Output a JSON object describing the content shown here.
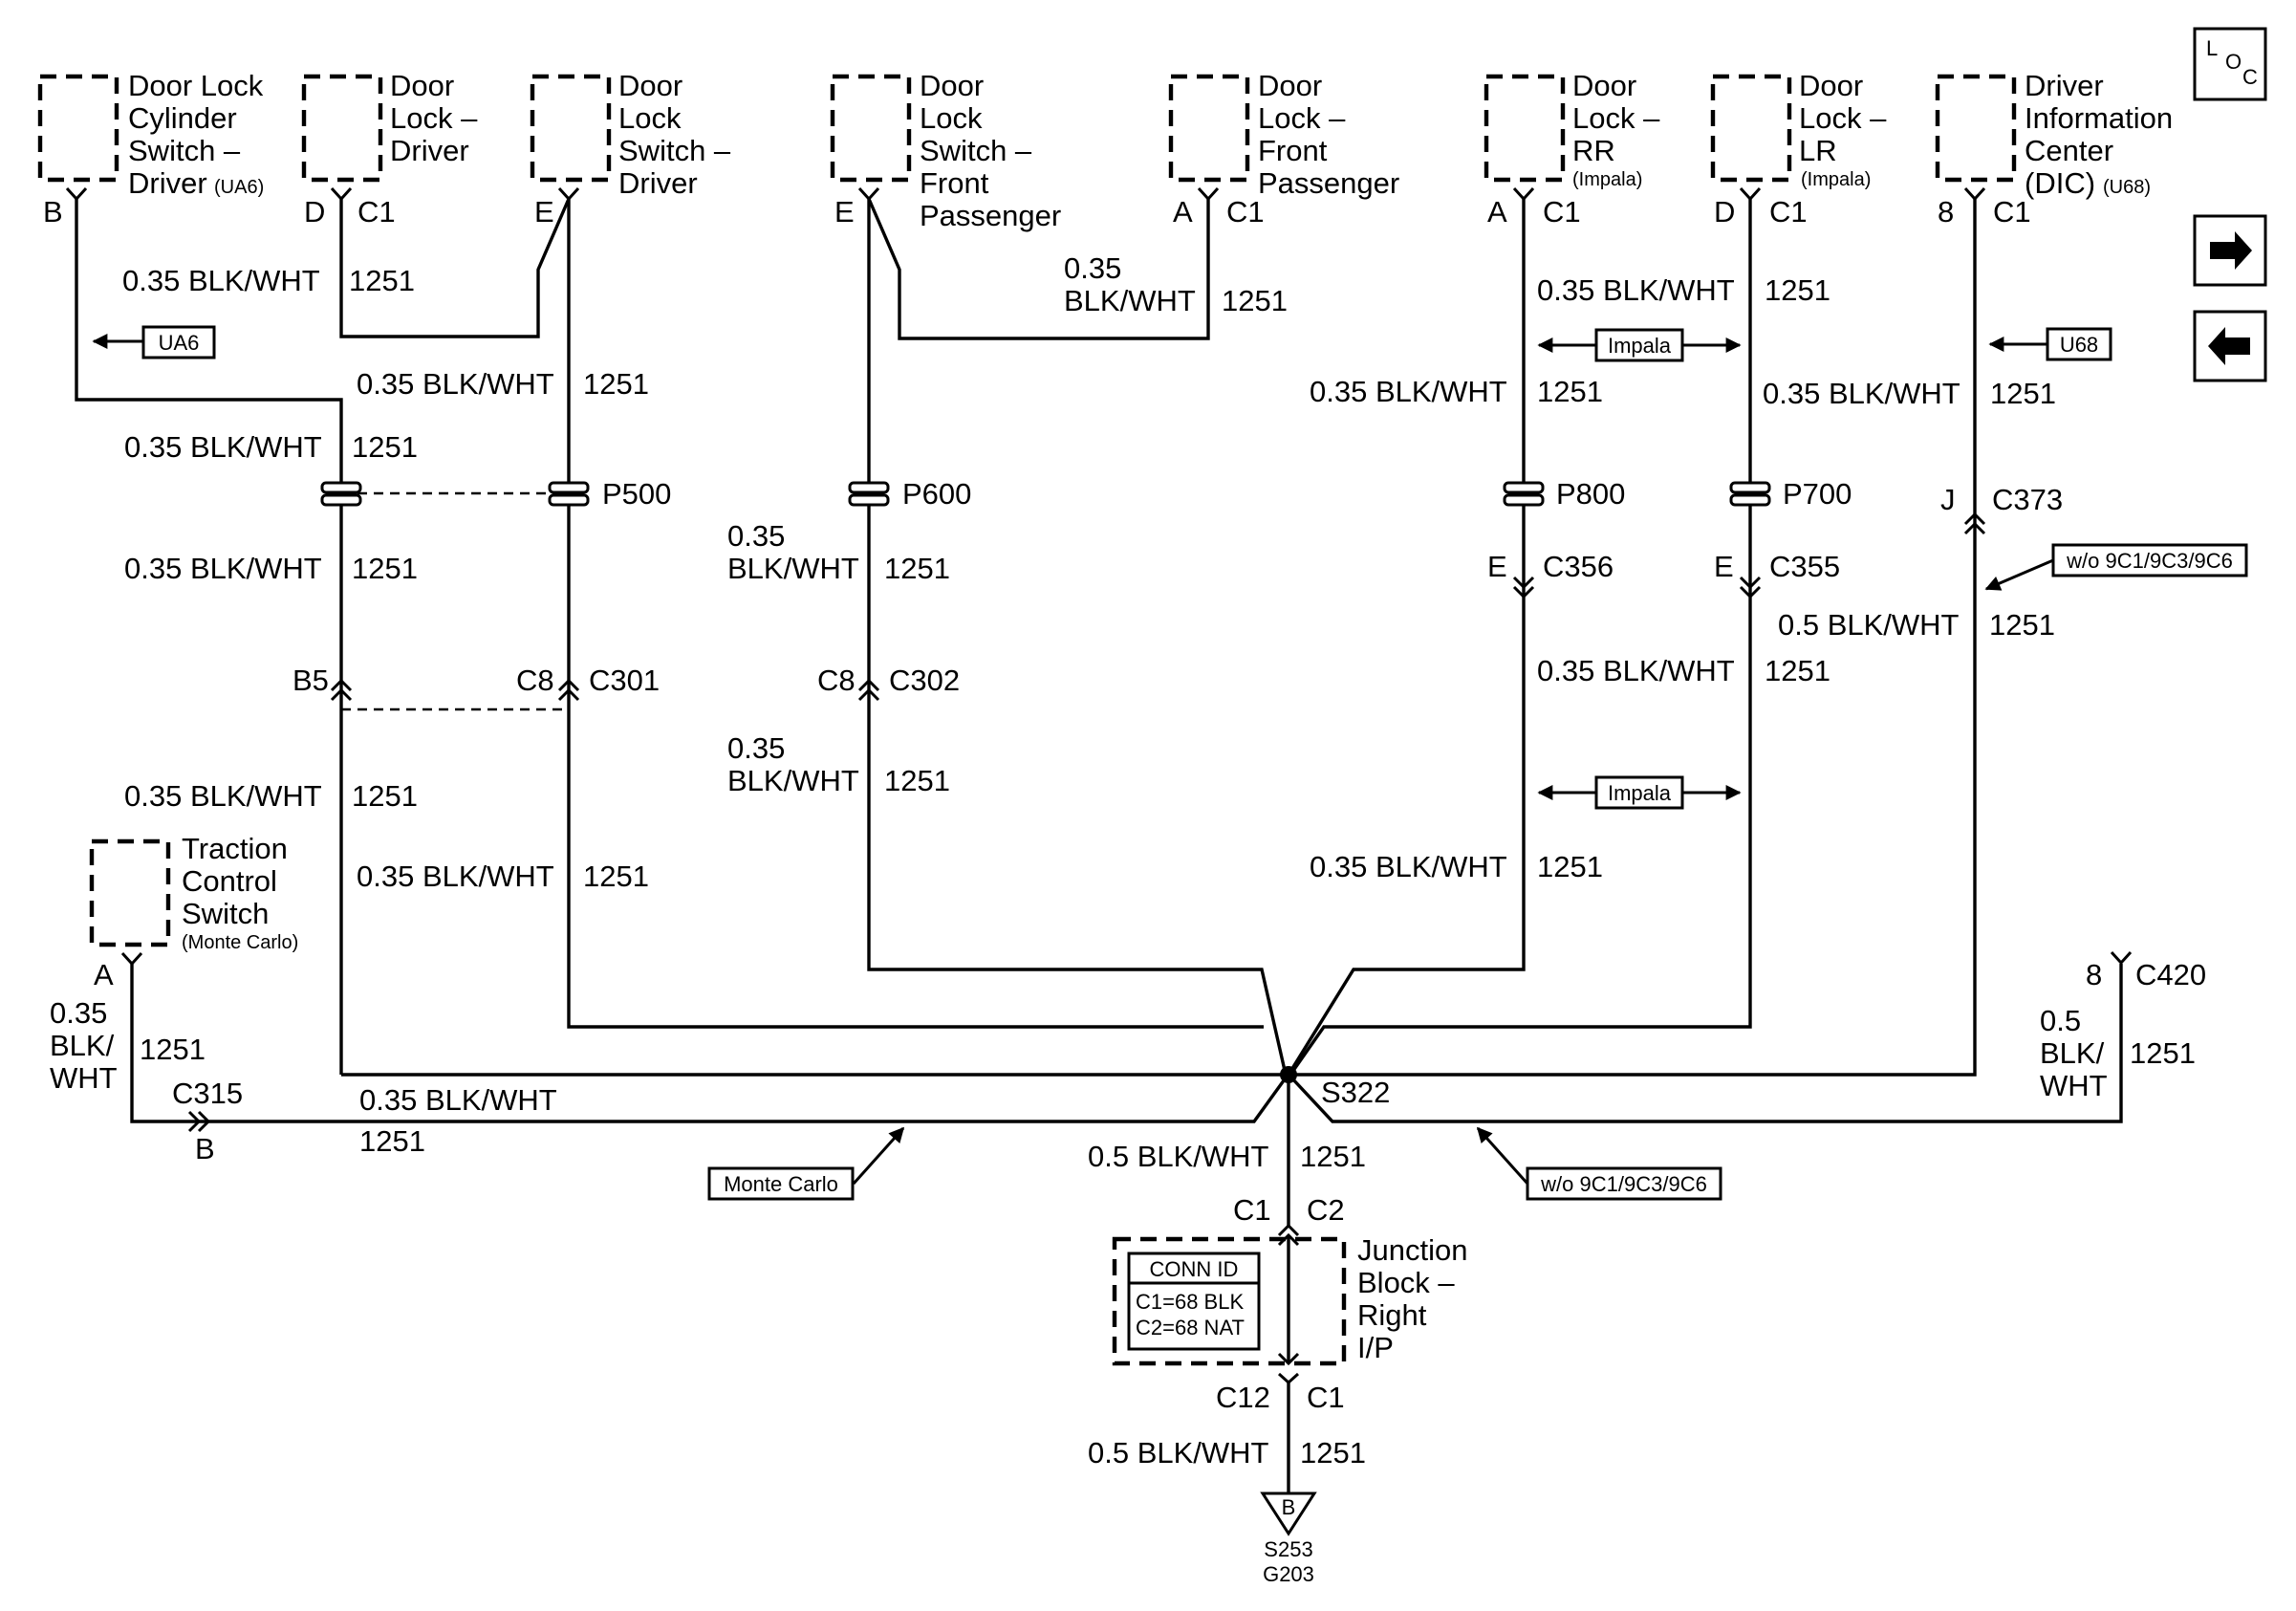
{
  "components": {
    "door_lock_cylinder": {
      "lines": [
        "Door Lock",
        "Cylinder",
        "Switch –",
        "Driver"
      ],
      "option": "(UA6)",
      "pin": "B"
    },
    "door_lock_driver": {
      "lines": [
        "Door",
        "Lock –",
        "Driver"
      ],
      "pin": "D",
      "conn": "C1"
    },
    "door_lock_switch_driver": {
      "lines": [
        "Door",
        "Lock",
        "Switch –",
        "Driver"
      ],
      "pin": "E"
    },
    "door_lock_switch_front_passenger": {
      "lines": [
        "Door",
        "Lock",
        "Switch –",
        "Front",
        "Passenger"
      ],
      "pin": "E"
    },
    "door_lock_front_passenger": {
      "lines": [
        "Door",
        "Lock –",
        "Front",
        "Passenger"
      ],
      "pin": "A",
      "conn": "C1"
    },
    "door_lock_rr": {
      "lines": [
        "Door",
        "Lock –",
        "RR"
      ],
      "option": "(Impala)",
      "pin": "A",
      "conn": "C1"
    },
    "door_lock_lr": {
      "lines": [
        "Door",
        "Lock –",
        "LR"
      ],
      "option": "(Impala)",
      "pin": "D",
      "conn": "C1"
    },
    "driver_information_center": {
      "lines": [
        "Driver",
        "Information",
        "Center",
        "(DIC)"
      ],
      "option": "(U68)",
      "pin": "8",
      "conn": "C1"
    },
    "traction_control_switch": {
      "lines": [
        "Traction",
        "Control",
        "Switch"
      ],
      "option": "(Monte Carlo)",
      "pin": "A"
    },
    "junction_block": {
      "lines": [
        "Junction",
        "Block –",
        "Right",
        "I/P"
      ],
      "conn_id_title": "CONN ID",
      "conn_id_c1": "C1=68 BLK",
      "conn_id_c2": "C2=68 NAT",
      "top_left": "C1",
      "top_right": "C2",
      "bottom_left": "C12",
      "bottom_right": "C1"
    }
  },
  "wire": {
    "s035": "0.35 BLK/WHT",
    "s05": "0.5 BLK/WHT",
    "size035": "0.35",
    "size05": "0.5",
    "color": "BLK/WHT",
    "color_part1": "BLK/",
    "color_part2": "WHT",
    "circuit": "1251"
  },
  "connectors": {
    "p500": "P500",
    "p600": "P600",
    "p800": "P800",
    "p700": "P700",
    "c301": "C301",
    "c301_b5": "B5",
    "c301_c8": "C8",
    "c302": "C302",
    "c302_c8": "C8",
    "c356": "C356",
    "c356_pin": "E",
    "c355": "C355",
    "c355_pin": "E",
    "c373": "C373",
    "c373_pin": "J",
    "c315": "C315",
    "c315_pin": "B",
    "c420": "C420",
    "c420_pin": "8"
  },
  "splice": "S322",
  "ground": {
    "letter": "B",
    "splice": "S253",
    "ground": "G203"
  },
  "options": {
    "ua6": "UA6",
    "u68": "U68",
    "impala": "Impala",
    "monte_carlo": "Monte Carlo",
    "wo_9c": "w/o 9C1/9C3/9C6"
  },
  "nav": {
    "loc_l": "L",
    "loc_o": "O",
    "loc_c": "C",
    "next": "next page",
    "prev": "previous page"
  }
}
